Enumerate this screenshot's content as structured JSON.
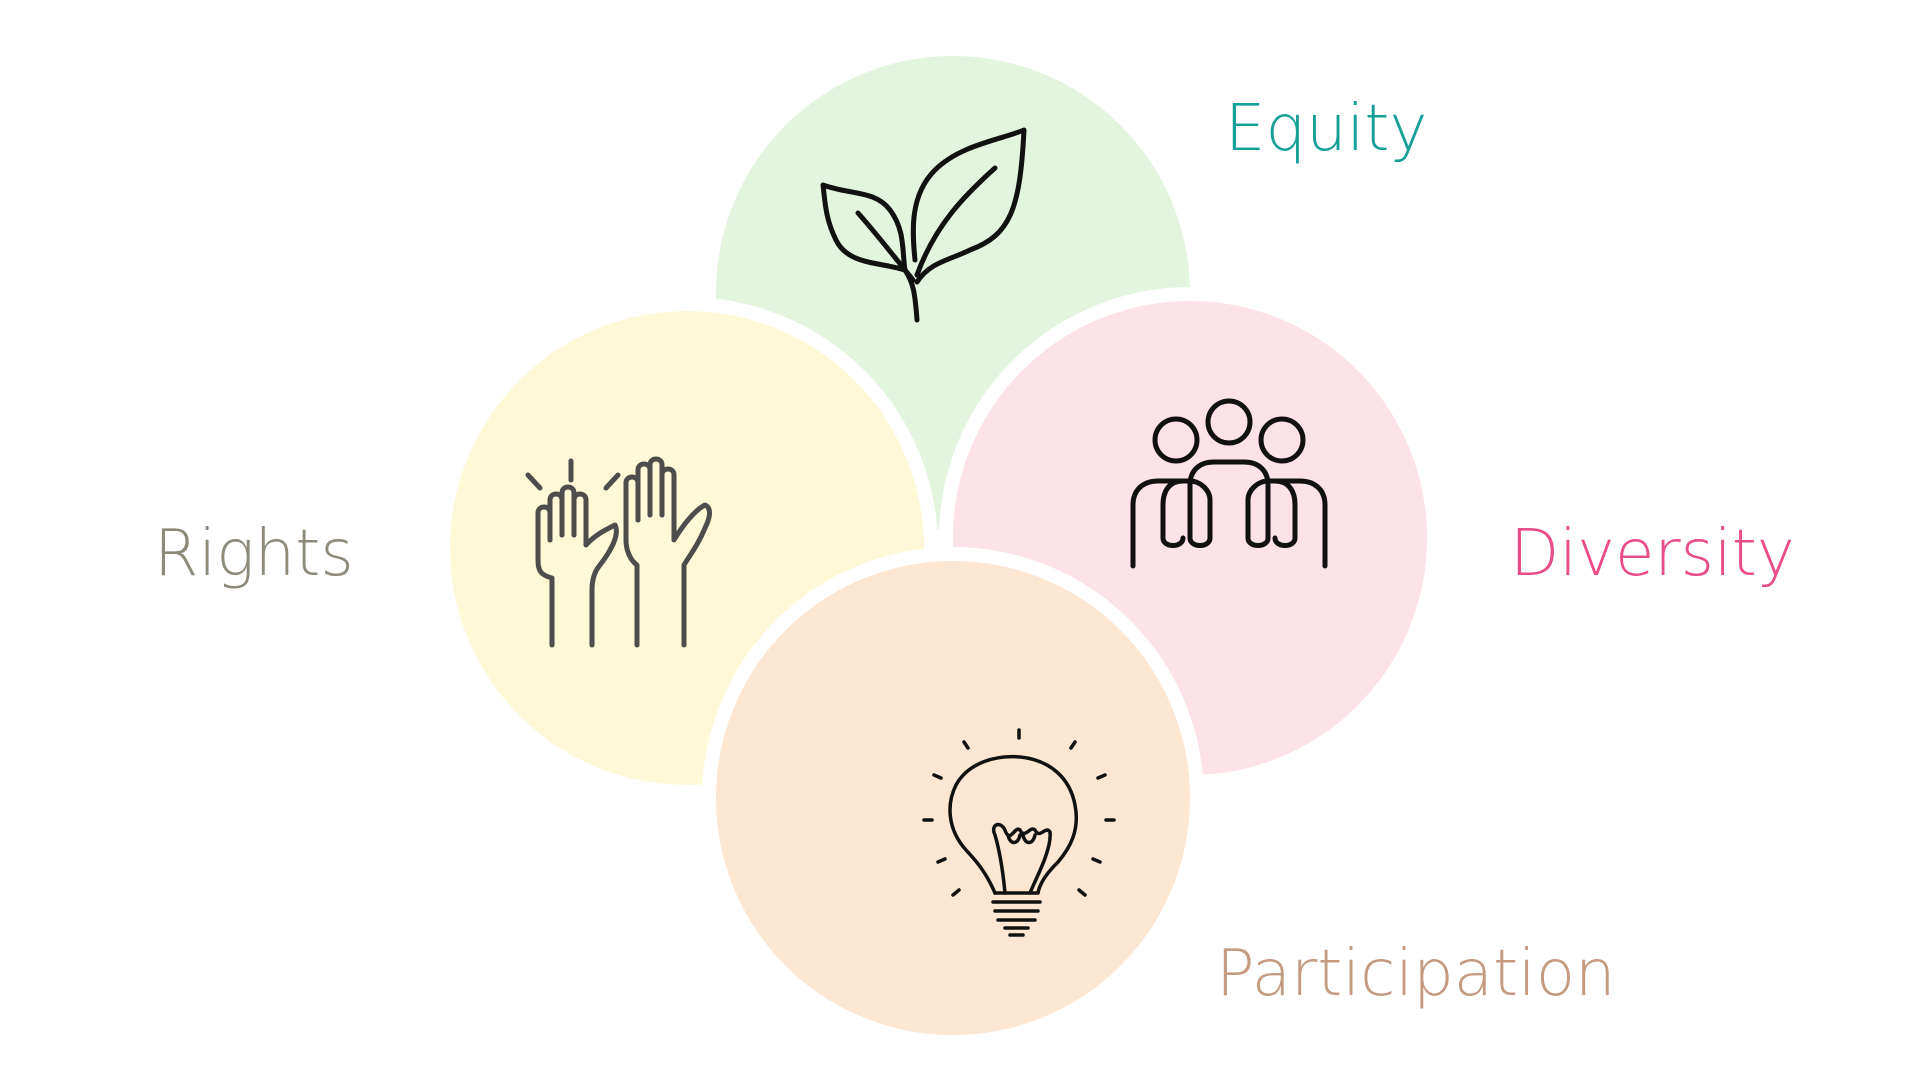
{
  "petals": [
    {
      "key": "equity",
      "label": "Equity",
      "label_color": "#17a097",
      "fill": "#e3f5df",
      "icon": "sprout-leaf-icon"
    },
    {
      "key": "diversity",
      "label": "Diversity",
      "label_color": "#e84d8a",
      "fill": "#fde2e8",
      "icon": "people-group-icon"
    },
    {
      "key": "participation",
      "label": "Participation",
      "label_color": "#c49a80",
      "fill": "#fde6d2",
      "icon": "lightbulb-icon"
    },
    {
      "key": "rights",
      "label": "Rights",
      "label_color": "#8d8a79",
      "fill": "#fef8d6",
      "icon": "raised-hands-icon"
    }
  ]
}
